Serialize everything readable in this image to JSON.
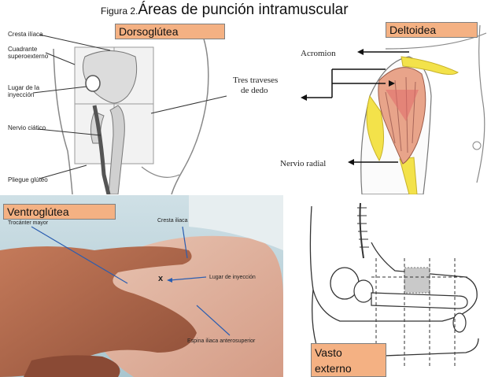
{
  "title": {
    "prefix": "Figura 2.",
    "main": "Áreas de punción intramuscular"
  },
  "panels": {
    "dorsogluteal": {
      "tag": "Dorsoglútea",
      "labels": [
        "Cresta ilíaca",
        "Cuadrante",
        "superoexterno",
        "Lugar de la",
        "inyección",
        "Nervio ciático",
        "Pliegue glúteo"
      ]
    },
    "deltoid": {
      "tag": "Deltoidea",
      "labels": [
        "Acromion",
        "Tres traveses",
        "de dedo",
        "Nervio radial"
      ]
    },
    "ventrogluteal": {
      "tag": "Ventroglútea",
      "labels": [
        "Trocánter mayor",
        "Cresta iliaca",
        "Lugar de inyección",
        "Espina iliaca anterosuperior"
      ],
      "mark": "x"
    },
    "vastus": {
      "tag_line1": "Vasto",
      "tag_line2": "externo"
    }
  },
  "colors": {
    "tag_bg": "#f4b183",
    "deltoid_yellow": "#f3e24a",
    "deltoid_muscle": "#e8a48a",
    "skin": "#d9a08a"
  }
}
